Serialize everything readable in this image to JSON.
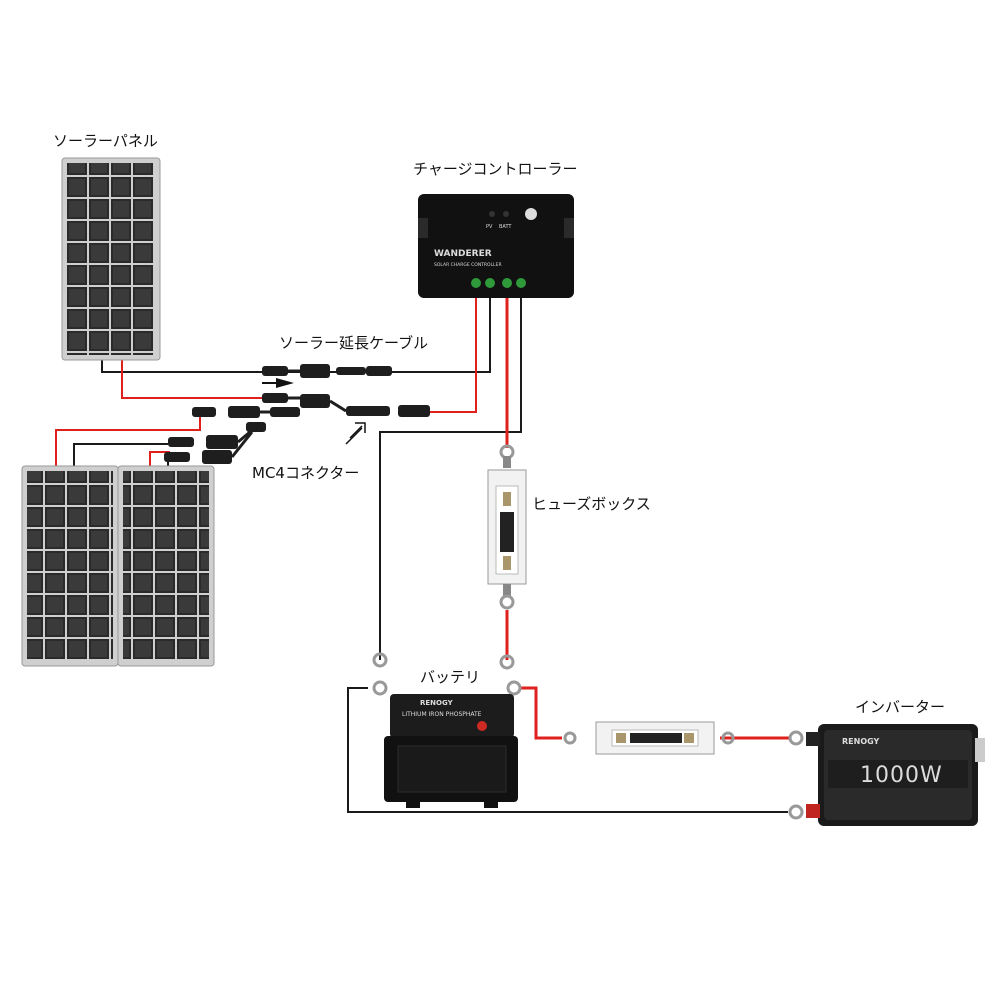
{
  "labels": {
    "solar_panel": "ソーラーパネル",
    "charge_controller": "チャージコントローラー",
    "extension_cable": "ソーラー延長ケーブル",
    "mc4_connector": "MC4コネクター",
    "fuse_box": "ヒューズボックス",
    "battery": "バッテリ",
    "inverter": "インバーター"
  },
  "controller": {
    "brand": "WANDERER",
    "subtitle": "SOLAR CHARGE CONTROLLER",
    "pv": "PV",
    "batt": "BATT"
  },
  "battery": {
    "brand": "RENOGY",
    "type": "LITHIUM IRON PHOSPHATE"
  },
  "inverter": {
    "brand": "RENOGY",
    "rating": "1000W"
  },
  "colors": {
    "positive_wire": "#e0201c",
    "negative_wire": "#1a1a1a",
    "panel_cell": "#2b2b2b",
    "panel_frame": "#c8c8c8"
  }
}
